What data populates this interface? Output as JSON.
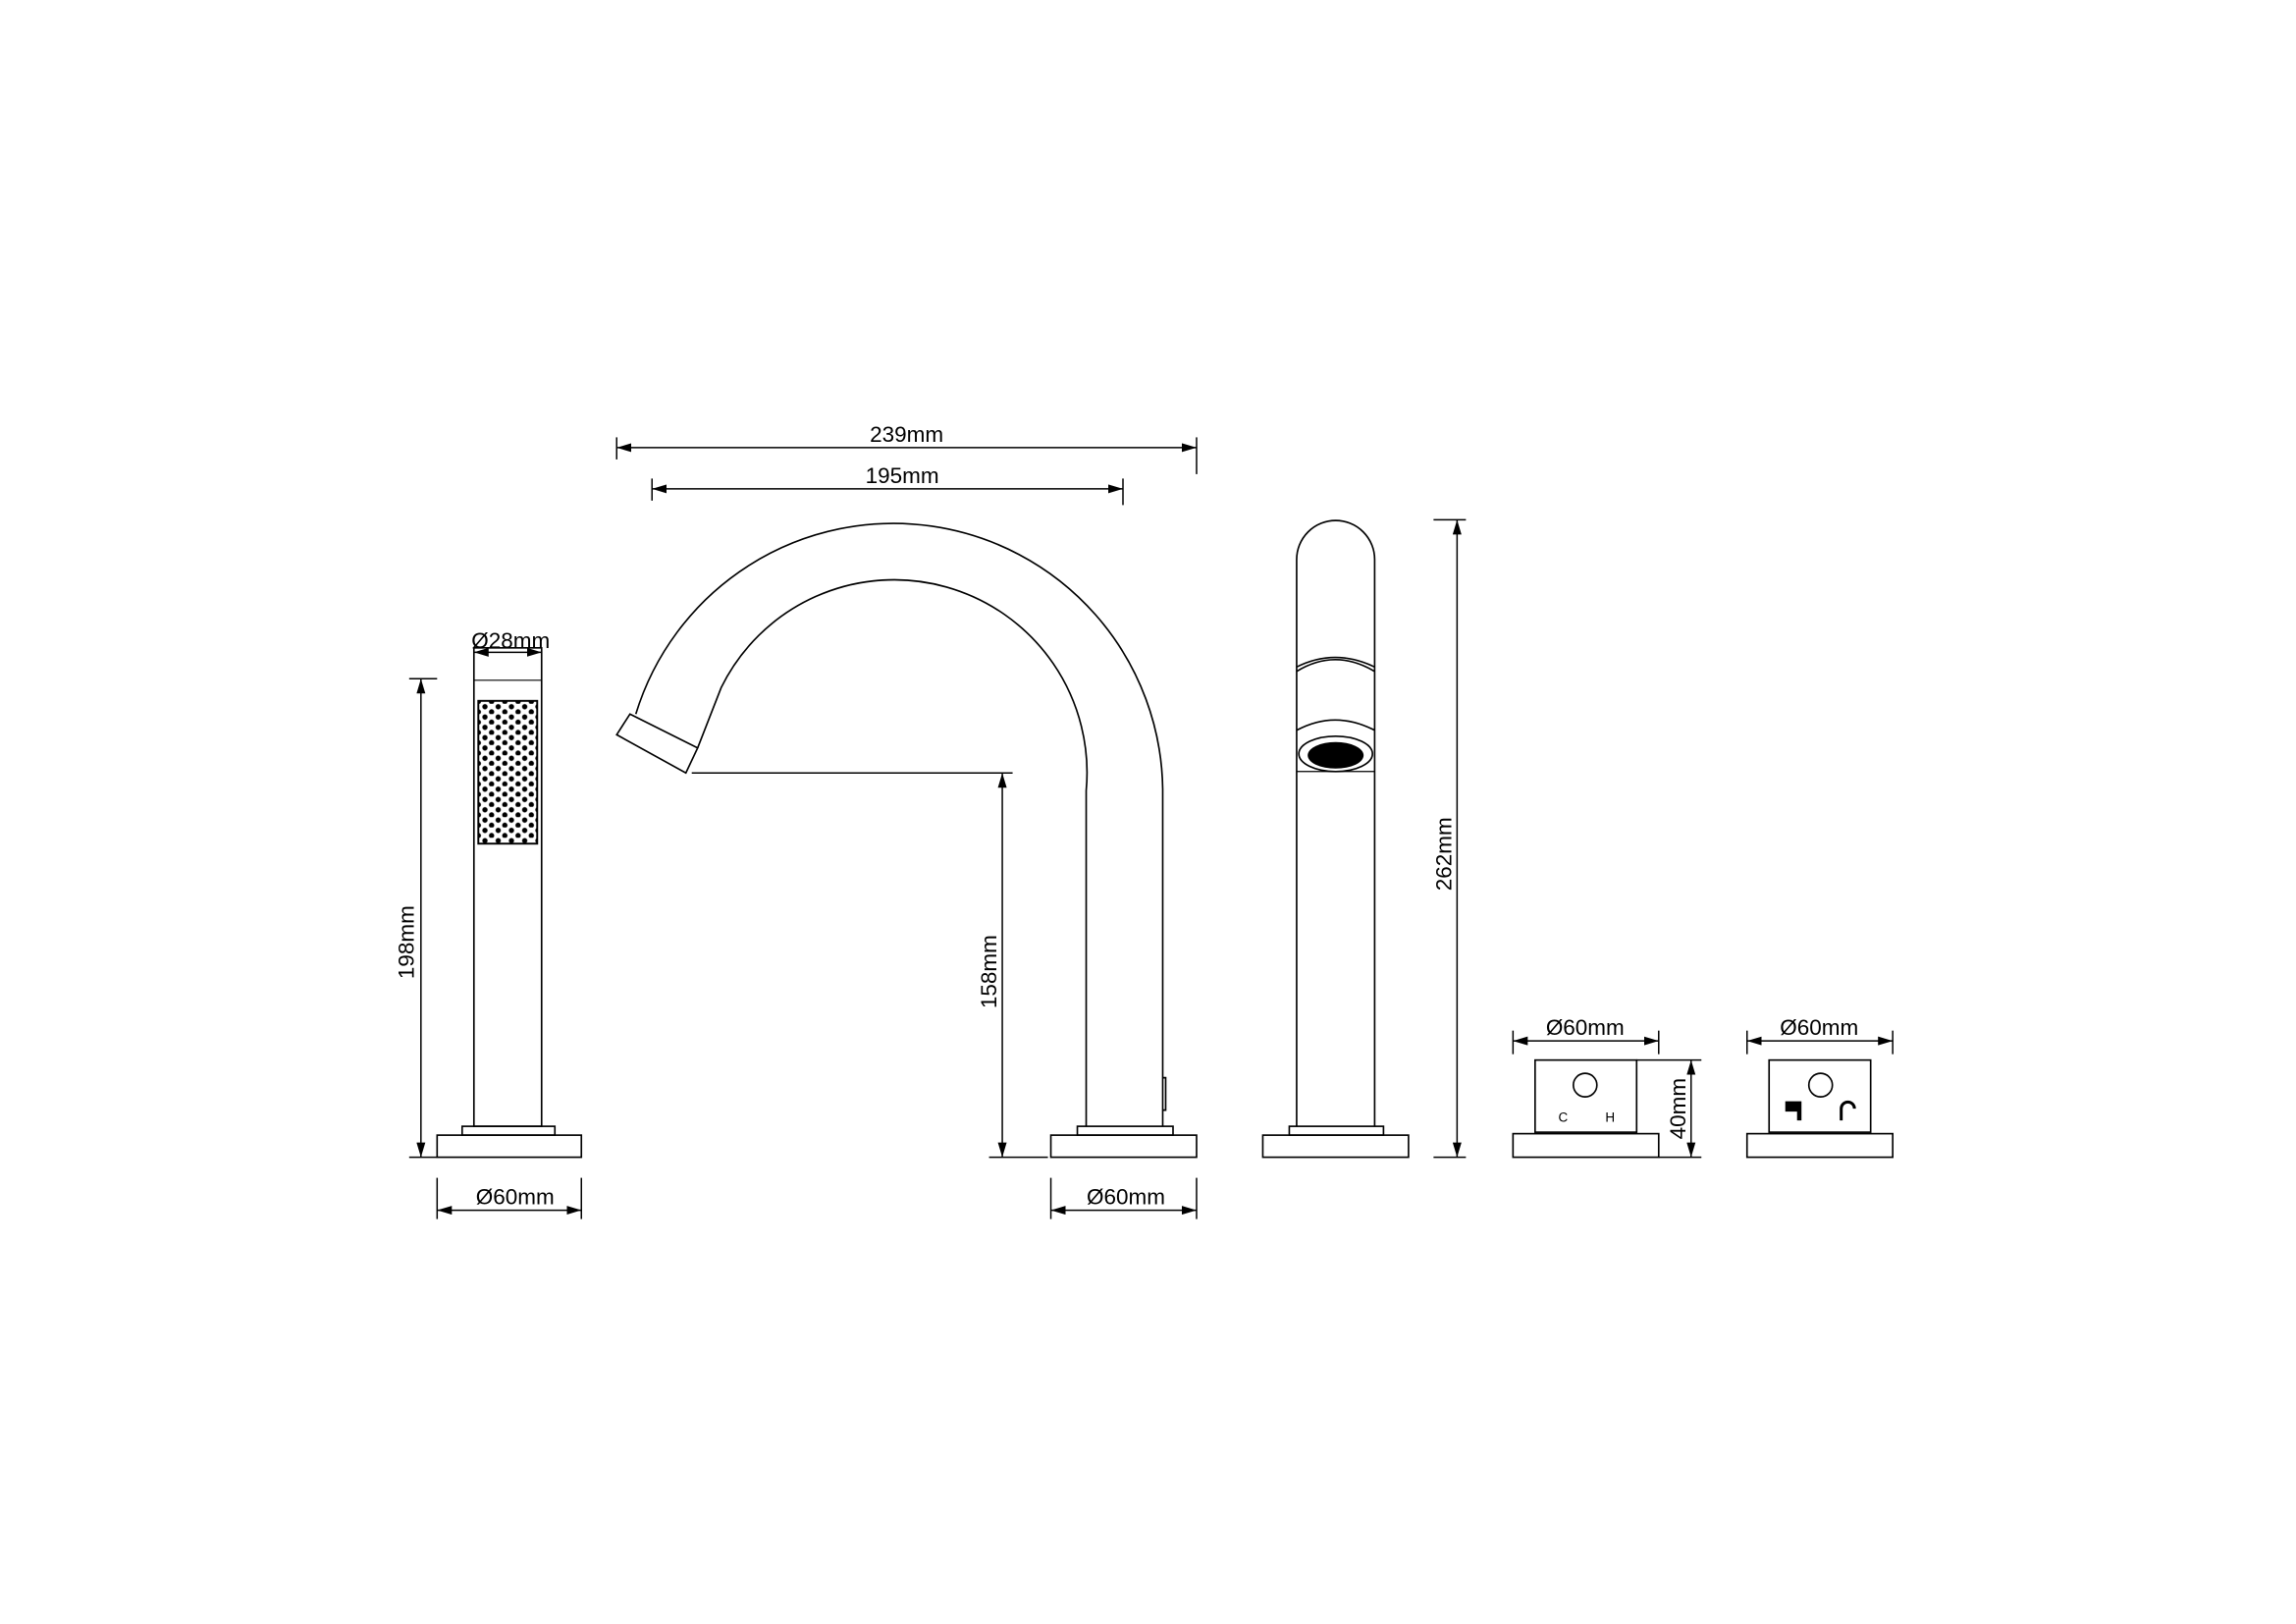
{
  "drawing": {
    "dimensions": {
      "overall_width": "239mm",
      "reach": "195mm",
      "handshower_diameter": "Ø28mm",
      "handshower_height": "198mm",
      "handshower_base": "Ø60mm",
      "spout_outlet_height": "158mm",
      "spout_base": "Ø60mm",
      "spout_total_height": "262mm",
      "valve1_base": "Ø60mm",
      "valve_height": "40mm",
      "valve2_base": "Ø60mm"
    },
    "valve1_labels": {
      "cold": "C",
      "hot": "H"
    },
    "icons": {
      "handshower": "handshower-icon",
      "spout": "spout-icon"
    }
  }
}
